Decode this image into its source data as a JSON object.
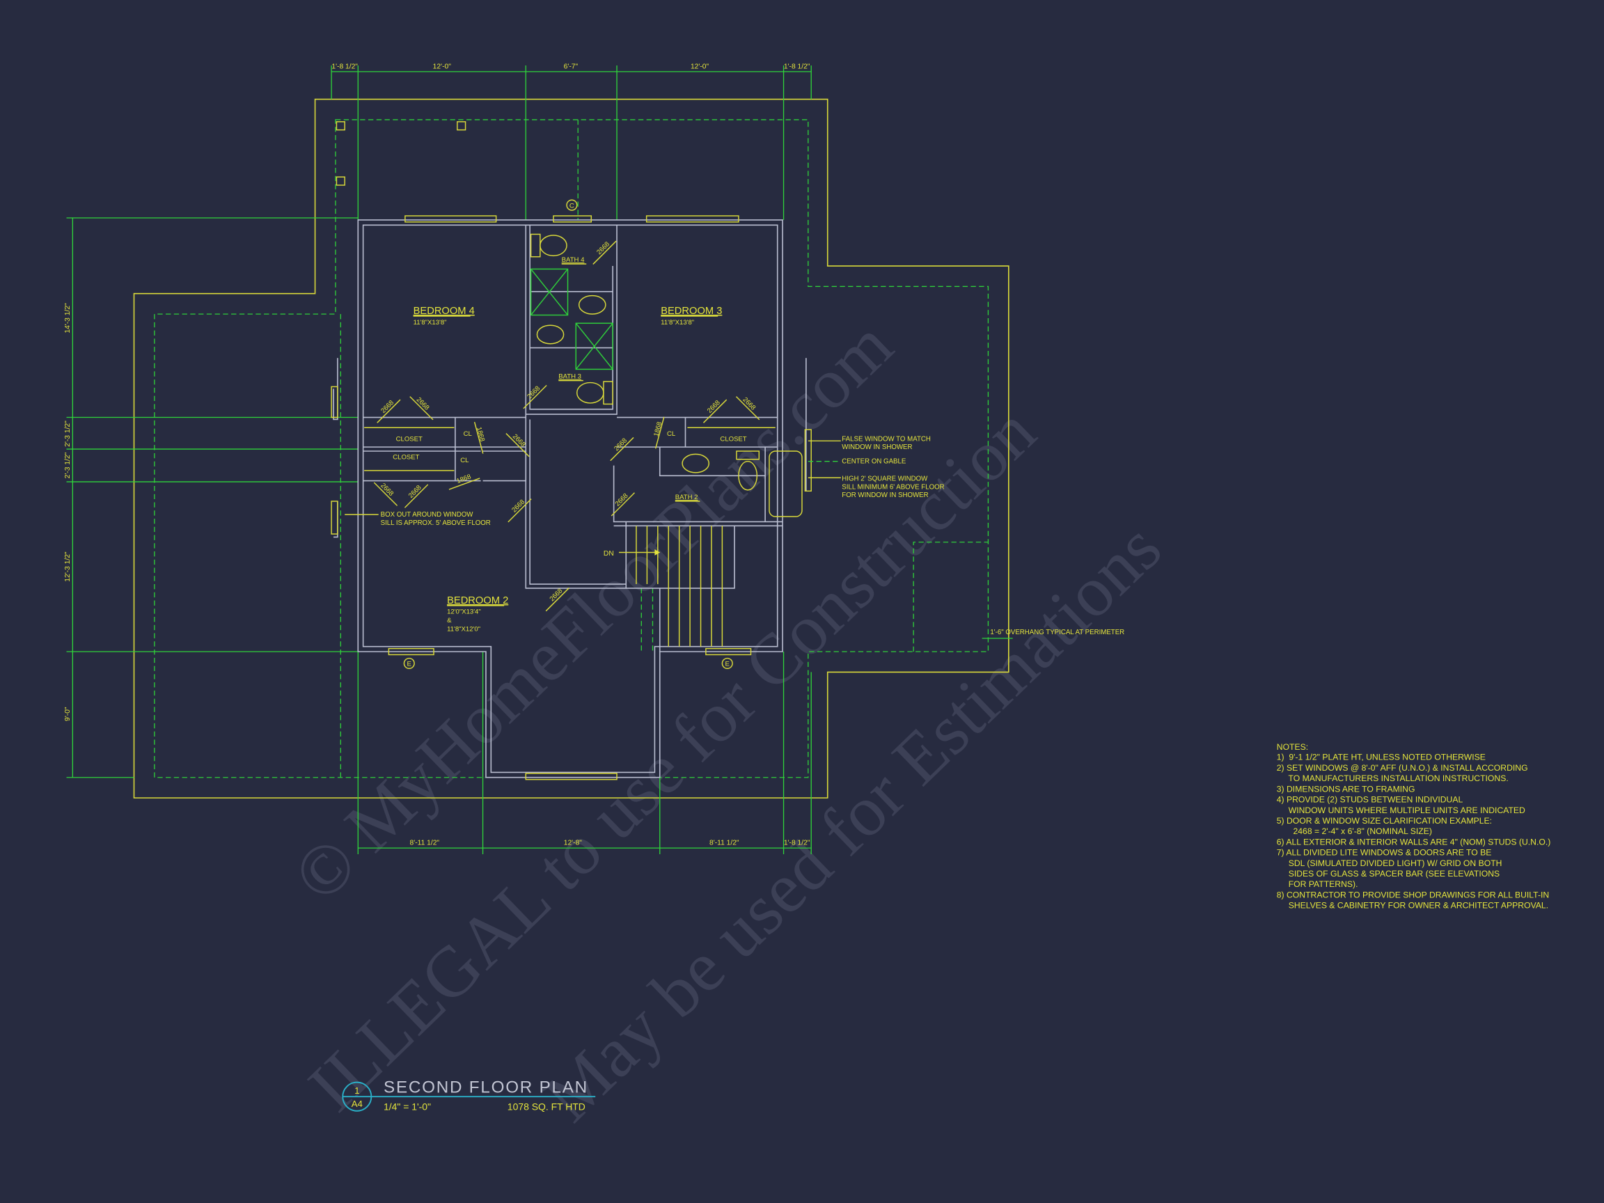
{
  "plan": {
    "rooms": [
      {
        "name": "BEDROOM 4",
        "size": [
          "11'8\"X13'8\""
        ]
      },
      {
        "name": "BEDROOM 3",
        "size": [
          "11'8\"X13'8\""
        ]
      },
      {
        "name": "BEDROOM 2",
        "size": [
          "12'0\"X13'4\"",
          "&",
          "11'8\"X12'0\""
        ]
      },
      {
        "name": "BATH 4",
        "size": []
      },
      {
        "name": "BATH 3",
        "size": []
      },
      {
        "name": "BATH 2",
        "size": []
      }
    ],
    "closets": [
      "CLOSET",
      "CLOSET",
      "CLOSET",
      "CL",
      "CL",
      "CL"
    ],
    "door_tags": [
      "2668",
      "2668",
      "2668",
      "2668",
      "1868",
      "2668",
      "2668",
      "1868",
      "2668",
      "2668",
      "1868",
      "2668",
      "2668",
      "2668",
      "2668",
      "2668"
    ],
    "window_tags": [
      "C",
      "E",
      "E"
    ],
    "stair_label": "DN"
  },
  "dimensions": {
    "top": [
      "1'-8 1/2\"",
      "12'-0\"",
      "6'-7\"",
      "12'-0\"",
      "1'-8 1/2\""
    ],
    "bottom": [
      "8'-11 1/2\"",
      "12'-8\"",
      "8'-11 1/2\"",
      "1'-8 1/2\""
    ],
    "left": [
      "14'-3 1/2\"",
      "2'-3 1/2\"",
      "2'-3 1/2\"",
      "12'-3 1/2\"",
      "9'-0\""
    ]
  },
  "callouts": [
    [
      "FALSE WINDOW TO MATCH",
      "WINDOW IN SHOWER"
    ],
    [
      "CENTER  ON GABLE"
    ],
    [
      "HIGH 2' SQUARE WINDOW",
      "SILL MINIMUM 6' ABOVE FLOOR",
      "FOR WINDOW IN SHOWER"
    ],
    [
      "1'-6\" OVERHANG TYPICAL AT PERIMETER"
    ],
    [
      "BOX OUT AROUND WINDOW",
      "SILL IS APPROX. 5' ABOVE FLOOR"
    ]
  ],
  "notes": {
    "title": "NOTES:",
    "lines": [
      "1)  9'-1 1/2\" PLATE HT, UNLESS NOTED OTHERWISE",
      "2) SET WINDOWS @ 8'-0\" AFF (U.N.O.) & INSTALL ACCORDING",
      "     TO MANUFACTURERS INSTALLATION INSTRUCTIONS.",
      "3) DIMENSIONS ARE TO FRAMING",
      "4) PROVIDE (2) STUDS BETWEEN INDIVIDUAL",
      "     WINDOW UNITS WHERE MULTIPLE UNITS ARE INDICATED",
      "5) DOOR & WINDOW SIZE CLARIFICATION EXAMPLE:",
      "       2468 = 2'-4\" x 6'-8\" (NOMINAL SIZE)",
      "6) ALL EXTERIOR & INTERIOR WALLS ARE 4\" (NOM) STUDS (U.N.O.)",
      "7) ALL DIVIDED LITE WINDOWS & DOORS ARE TO BE",
      "     SDL (SIMULATED DIVIDED LIGHT) W/ GRID ON BOTH",
      "     SIDES OF GLASS & SPACER BAR (SEE ELEVATIONS",
      "     FOR PATTERNS).",
      "8) CONTRACTOR TO PROVIDE SHOP DRAWINGS FOR ALL BUILT-IN",
      "     SHELVES & CABINETRY FOR OWNER & ARCHITECT APPROVAL."
    ]
  },
  "title_block": {
    "detail_number": "1",
    "sheet": "A4",
    "title": "SECOND FLOOR PLAN",
    "scale": "1/4\" = 1'-0\"",
    "area": "1078 SQ. FT HTD"
  },
  "watermarks": [
    "© MyHomeFloorPlans.com",
    "ILLEGAL to use for Construction",
    "May be used for Estimations"
  ],
  "colors": {
    "background": "#272b40",
    "text": "#e4e43c",
    "dimension": "#2fd43a",
    "wall": "#b9bdd0",
    "title_accent": "#2ab0c8"
  }
}
